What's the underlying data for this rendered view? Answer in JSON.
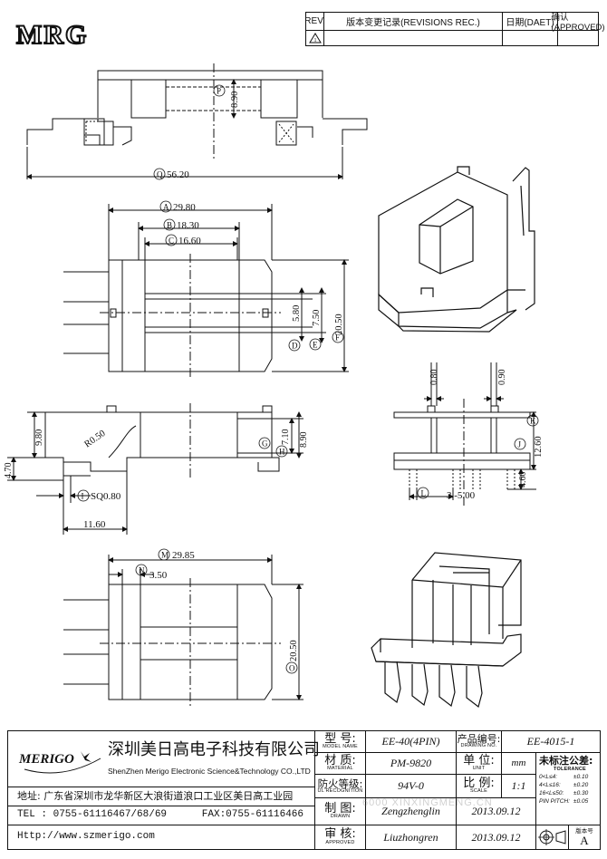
{
  "header": {
    "logo_text": "MRG",
    "rev_table": {
      "rev_label": "REV.",
      "record_label": "版本变更记录(REVISIONS REC.)",
      "date_label": "日期(DAET)",
      "approved_label": "确认(APPROVED)",
      "rev_symbol": "1"
    }
  },
  "drawing": {
    "top_view": {
      "dim_height": "8.90",
      "dim_height_tag": "P",
      "dim_length": "56.20",
      "dim_length_tag": "Q"
    },
    "plan_view": {
      "dim_a": "29.80",
      "tag_a": "A",
      "dim_b": "18.30",
      "tag_b": "B",
      "dim_c": "16.60",
      "tag_c": "C",
      "dim_d": "5.80",
      "tag_d": "D",
      "dim_e": "7.50",
      "tag_e": "E",
      "dim_f": "20.50",
      "tag_f": "F"
    },
    "side_view": {
      "dim_980": "9.80",
      "dim_r": "R0.50",
      "dim_g": "7.10",
      "tag_g": "G",
      "dim_h": "8.90",
      "tag_h": "H",
      "dim_470": "4.70",
      "dim_i": "SQ0.80",
      "tag_i": "I",
      "dim_1160": "11.60"
    },
    "end_view": {
      "dim_080": "0.80",
      "dim_090": "0.90",
      "dim_k": "K",
      "dim_j": "12.60",
      "tag_j": "J",
      "dim_460": "4.60",
      "dim_l": "3.-5.00",
      "tag_l": "L"
    },
    "bottom_view": {
      "dim_m": "29.85",
      "tag_m": "M",
      "dim_n": "3.50",
      "tag_n": "N",
      "dim_o": "20.50",
      "tag_o": "O"
    }
  },
  "title_block": {
    "company_logo": "MERIGO",
    "company_cn": "深圳美日高电子科技有限公司",
    "company_en": "ShenZhen Merigo Electronic Science&Technology CO.,LTD",
    "address": "地址: 广东省深圳市龙华新区大浪街道浪口工业区美日高工业园",
    "tel": "TEL  : 0755-61116467/68/69",
    "fax": "FAX:0755-61116466",
    "http": "Http://www.szmerigo.com",
    "model_label": "型 号:",
    "model_label_en": "MODEL NAME",
    "model_value": "EE-40(4PIN)",
    "drawing_no_label": "产品编号:",
    "drawing_no_label_en": "DRAWING NO.",
    "drawing_no_value": "EE-4015-1",
    "material_label": "材 质:",
    "material_label_en": "MATERIAL",
    "material_value": "PM-9820",
    "unit_label": "单 位:",
    "unit_label_en": "UNIT",
    "unit_value": "mm",
    "tolerance_label": "未标注公差:",
    "tolerance_label_en": "TOLERANCE",
    "tolerance_rows": [
      {
        "range": "0<L≤4:",
        "value": "±0.10"
      },
      {
        "range": "4<L≤16:",
        "value": "±0.20"
      },
      {
        "range": "16<L≤50:",
        "value": "±0.30"
      },
      {
        "range": "PIN PITCH:",
        "value": "±0.05"
      }
    ],
    "fire_label": "防火等级:",
    "fire_label_en": "UL RECOGNITION",
    "fire_value": "94V-0",
    "scale_label": "比 例:",
    "scale_label_en": "SCALE",
    "scale_value": "1:1",
    "drawn_label": "制 图:",
    "drawn_label_en": "DRAWN",
    "drawn_value": "Zengzhenglin",
    "drawn_date": "2013.09.12",
    "approved_label": "审 核:",
    "approved_label_en": "APPROVED",
    "approved_value": "Liuzhongren",
    "approved_date": "2013.09.12",
    "version_label": "版本号",
    "version_value": "A",
    "watermark": "6000 XINXINGMENG.CN"
  }
}
